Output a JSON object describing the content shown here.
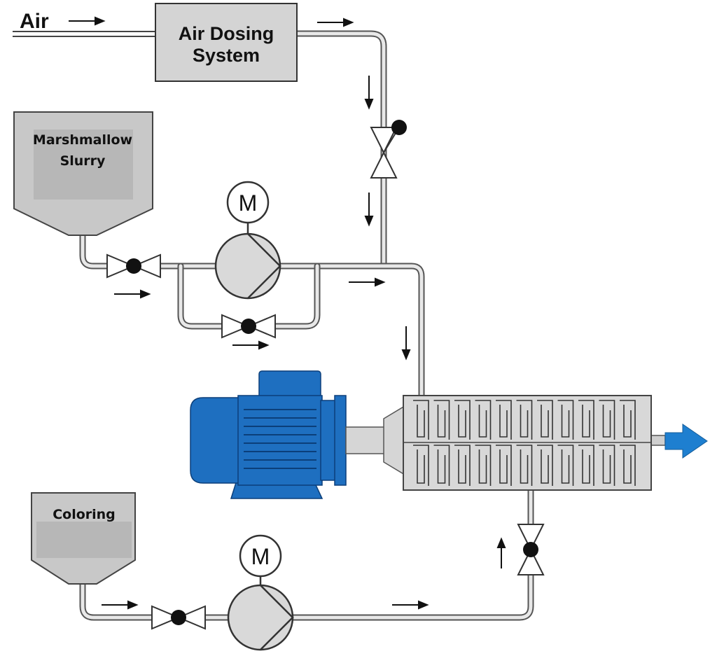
{
  "labels": {
    "air": "Air",
    "air_dosing_line1": "Air Dosing",
    "air_dosing_line2": "System",
    "slurry_line1": "Marshmallow",
    "slurry_line2": "Slurry",
    "coloring": "Coloring",
    "motor_upper": "M",
    "motor_lower": "M"
  },
  "colors": {
    "motor_blue": "#1e6fc0",
    "output_arrow": "#1e7fd0",
    "equipment_grey": "#d4d4d4"
  }
}
